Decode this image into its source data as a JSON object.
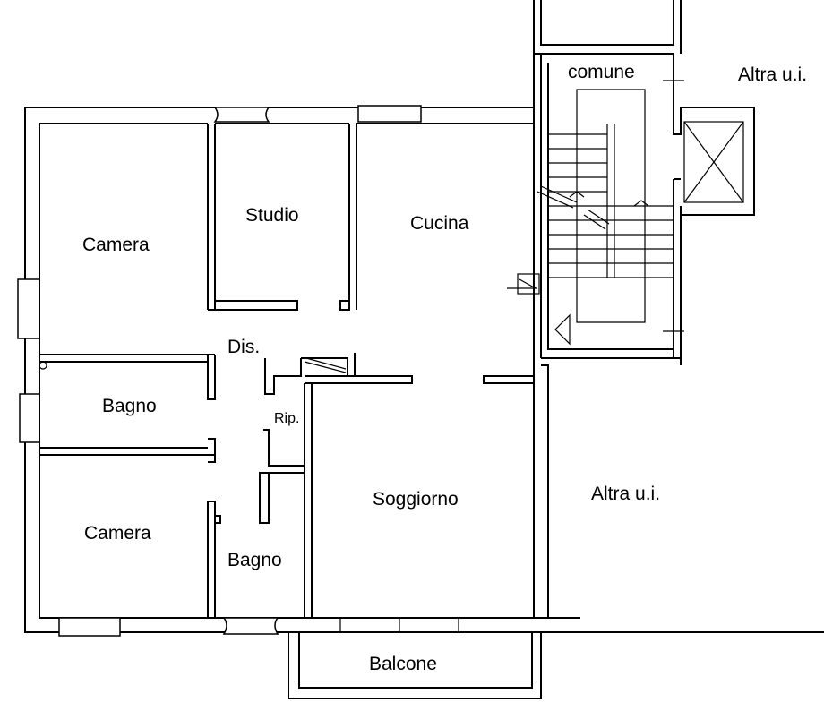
{
  "rooms": {
    "camera_top": "Camera",
    "studio": "Studio",
    "cucina": "Cucina",
    "dis": "Dis.",
    "bagno_left": "Bagno",
    "rip": "Rip.",
    "soggiorno": "Soggiorno",
    "camera_bottom": "Camera",
    "bagno_bottom": "Bagno",
    "balcone": "Balcone",
    "comune": "comune",
    "altra_top": "Altra u.i.",
    "altra_mid": "Altra u.i."
  }
}
